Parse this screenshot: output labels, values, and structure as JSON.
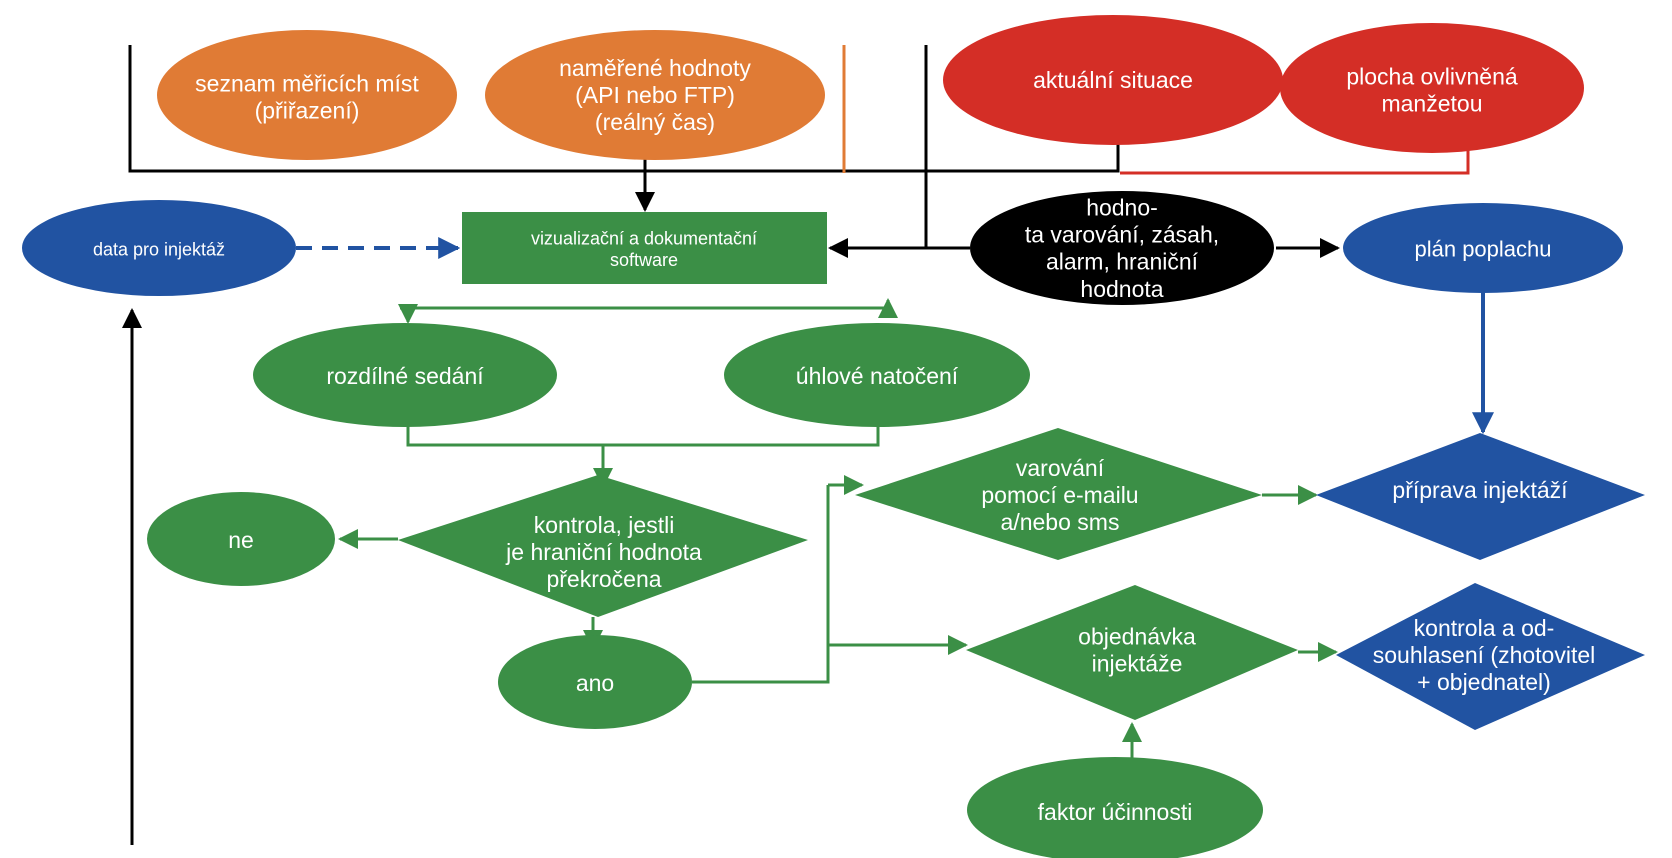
{
  "colors": {
    "orange": "#e07b35",
    "red": "#d42e26",
    "green": "#3b8f46",
    "blue": "#2153a2",
    "black": "#000000"
  },
  "nodes": {
    "seznam": {
      "lines": [
        "seznam měřicích míst",
        "(přiřazení)"
      ]
    },
    "namerene": {
      "lines": [
        "naměřené hodnoty",
        "(API nebo FTP)",
        "(reálný čas)"
      ]
    },
    "aktualni": {
      "lines": [
        "aktuální situace"
      ]
    },
    "plocha": {
      "lines": [
        "plocha ovlivněná",
        "manžetou"
      ]
    },
    "data_injektaz": {
      "lines": [
        "data pro injektáž"
      ]
    },
    "software": {
      "lines": [
        "vizualizační a dokumentační",
        "software"
      ]
    },
    "hodnota": {
      "lines": [
        "hodno-",
        "ta varování, zásah,",
        "alarm, hraniční",
        "hodnota"
      ]
    },
    "plan": {
      "lines": [
        "plán poplachu"
      ]
    },
    "rozdilne": {
      "lines": [
        "rozdílné sedání"
      ]
    },
    "uhlove": {
      "lines": [
        "úhlové natočení"
      ]
    },
    "varovani": {
      "lines": [
        "varování",
        "pomocí e-mailu",
        "a/nebo sms"
      ]
    },
    "priprava": {
      "lines": [
        "příprava injektáží"
      ]
    },
    "ne": {
      "lines": [
        "ne"
      ]
    },
    "kontrola": {
      "lines": [
        "kontrola, jestli",
        "je hraniční hodnota",
        "překročena"
      ]
    },
    "ano": {
      "lines": [
        "ano"
      ]
    },
    "objednavka": {
      "lines": [
        "objednávka",
        "injektáže"
      ]
    },
    "odsouhlaseni": {
      "lines": [
        "kontrola a od-",
        "souhlasení (zhotovitel",
        "+ objednatel)"
      ]
    },
    "faktor": {
      "lines": [
        "faktor účinnosti"
      ]
    }
  }
}
